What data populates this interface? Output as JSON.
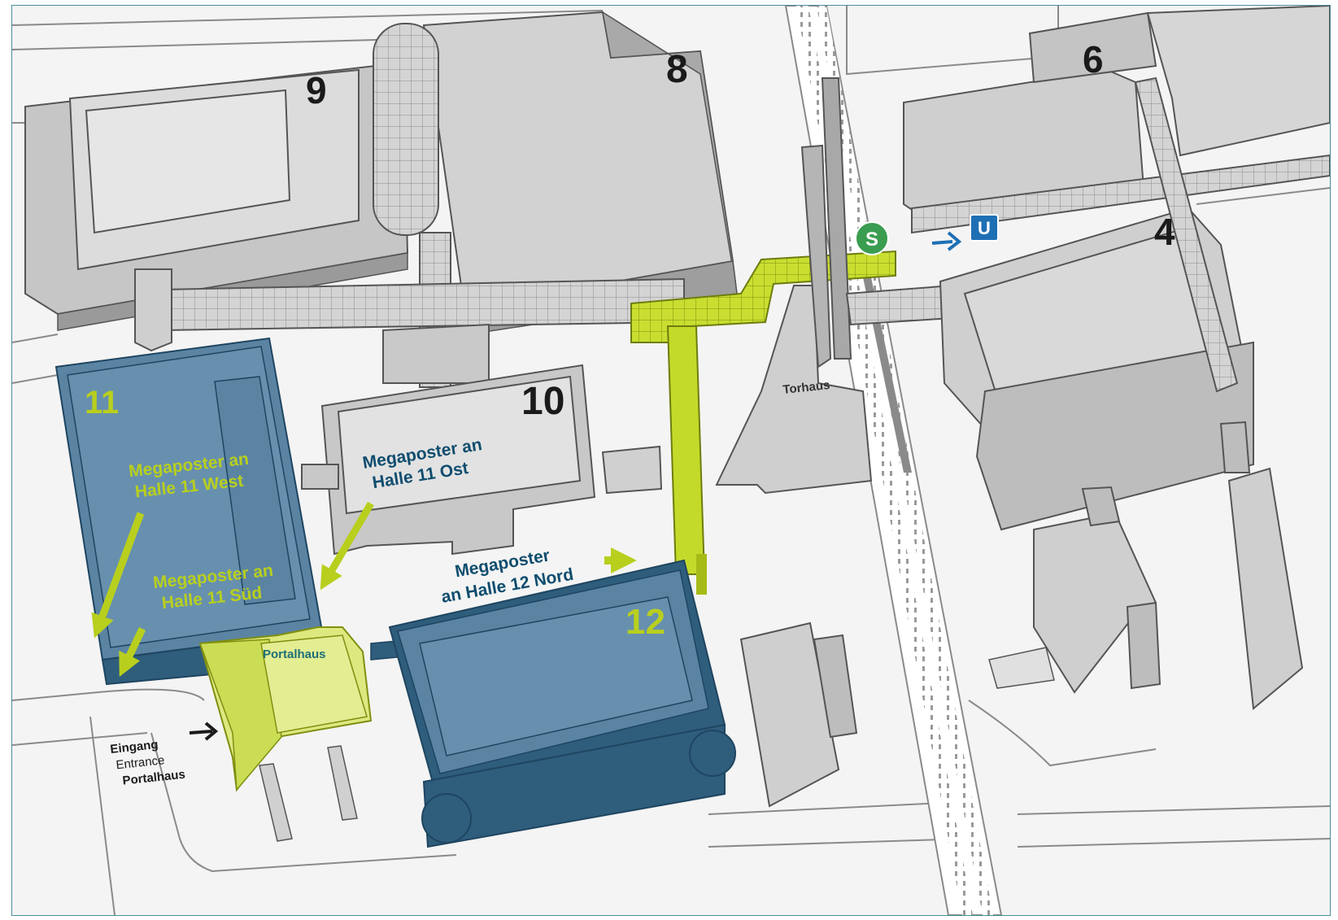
{
  "halls": {
    "h4": "4",
    "h6": "6",
    "h8": "8",
    "h9": "9",
    "h10": "10",
    "h11": "11",
    "h12": "12"
  },
  "labels": {
    "megaposter_west_1": "Megaposter an",
    "megaposter_west_2": "Halle 11 West",
    "megaposter_ost_1": "Megaposter an",
    "megaposter_ost_2": "Halle 11 Ost",
    "megaposter_sued_1": "Megaposter an",
    "megaposter_sued_2": "Halle 11 Süd",
    "megaposter_nord_1": "Megaposter",
    "megaposter_nord_2": "an Halle 12 Nord",
    "portalhaus": "Portalhaus",
    "torhaus": "Torhaus",
    "eingang": "Eingang",
    "entrance": "Entrance",
    "eingang_portalhaus": "Portalhaus"
  },
  "transit": {
    "s_bahn": "S",
    "u_bahn": "U"
  },
  "colors": {
    "background": "#f4f4f4",
    "building_light": "#d9d9d9",
    "building_mid": "#bdbdbd",
    "building_dark": "#9e9e9e",
    "hall_blue": "#5b84a3",
    "hall_blue_dark": "#2f5d7c",
    "highlight_green": "#c4da2a",
    "portal_green": "#dde87f",
    "s_bahn_green": "#3a9d4f",
    "u_bahn_blue": "#1f6fb5",
    "text_blue": "#0f4d6e",
    "text_green": "#b8cf1e"
  },
  "icons": {
    "arrow_marker": "arrow-icon",
    "s_bahn": "s-bahn-icon",
    "u_bahn": "u-bahn-icon"
  }
}
